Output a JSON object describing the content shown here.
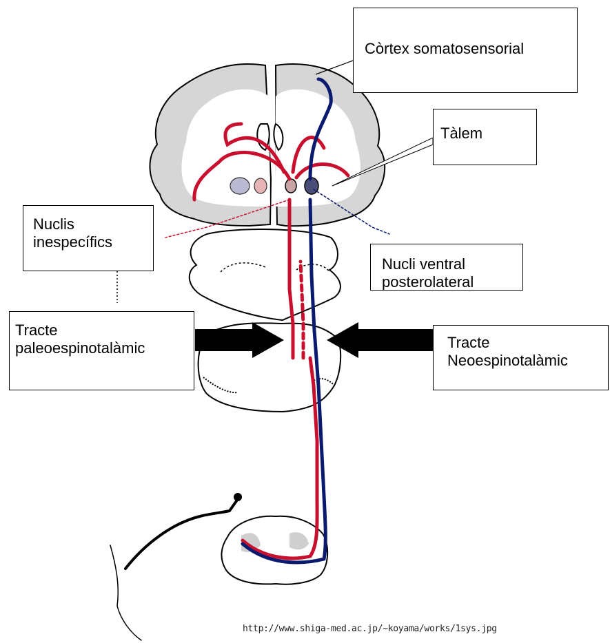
{
  "labels": {
    "cortex": "Còrtex somatosensorial",
    "talem": "Tàlem",
    "nuclis": "Nuclis\ninespecífics",
    "vpl": "Nucli ventral\nposterolateral",
    "paleo": "Tracte\npaleoespinotalàmic",
    "neo": "Tracte\nNeoespinotalàmic"
  },
  "source_url": "http://www.shiga-med.ac.jp/~koyama/works/1sys.jpg",
  "colors": {
    "paleo_tract": "#c8102e",
    "neo_tract": "#0a1a6e",
    "brain_fill": "#d6d6d6",
    "outline": "#000000"
  }
}
